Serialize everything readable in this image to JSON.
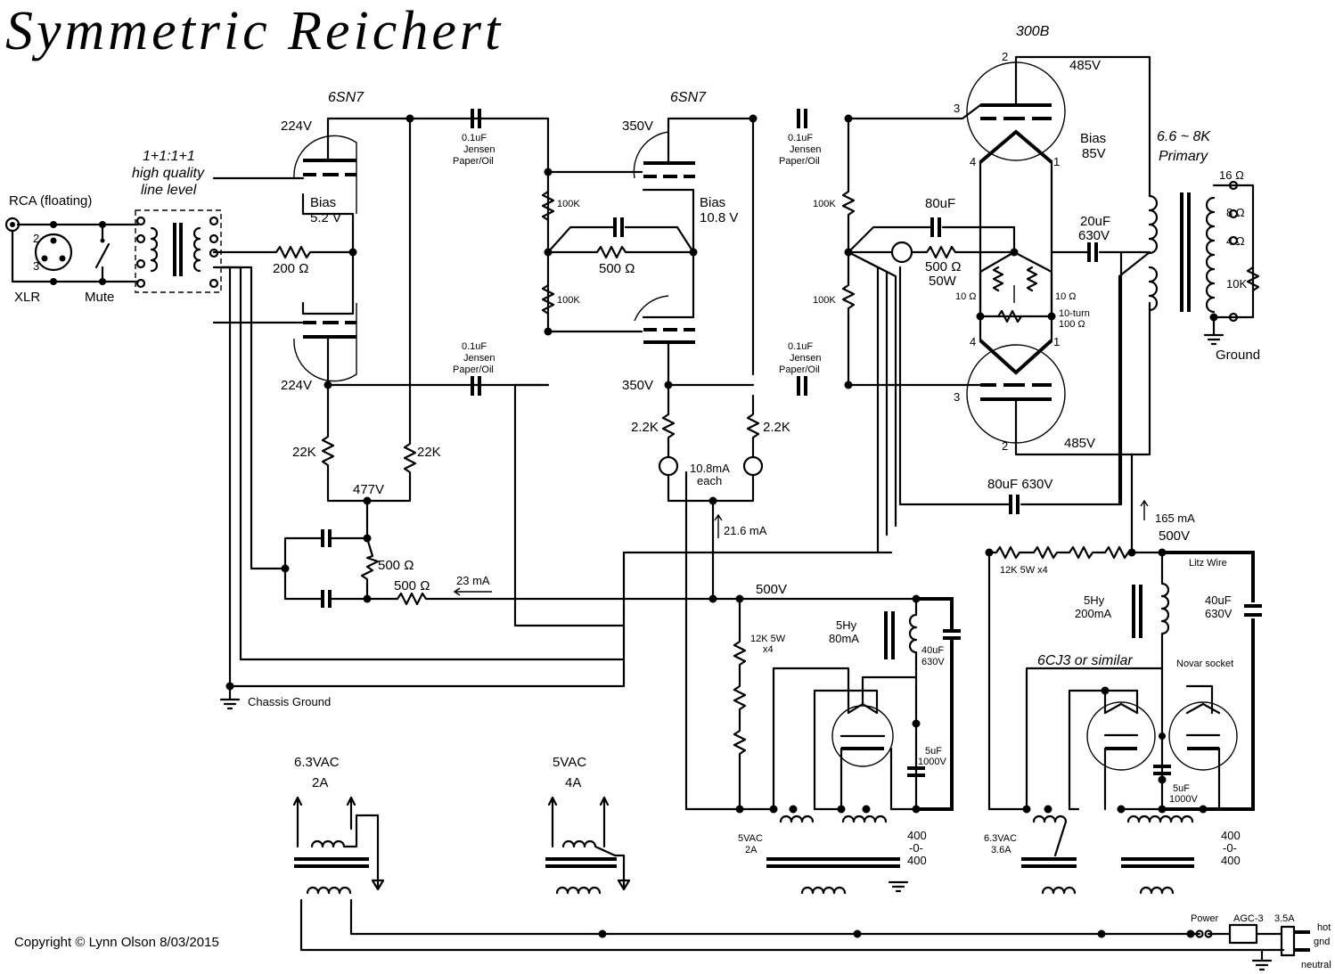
{
  "title": "Symmetric Reichert",
  "copyright": "Copyright © Lynn Olson  8/03/2015",
  "input": {
    "rca": "RCA (floating)",
    "xlr": "XLR",
    "mute": "Mute",
    "pin2": "2",
    "pin3": "3",
    "xfmr_ratio": "1+1:1+1",
    "xfmr_desc1": "high quality",
    "xfmr_desc2": "line level"
  },
  "stage1": {
    "tube": "6SN7",
    "v_top": "224V",
    "v_bot": "224V",
    "bias": "Bias",
    "bias_v": "5.2 V",
    "cathode_r": "200 Ω",
    "plate_r1": "22K",
    "plate_r2": "22K",
    "b_plus": "477V",
    "decouple_r": "500 Ω",
    "feed_r": "500 Ω",
    "feed_i": "23 mA"
  },
  "coupling": {
    "cap_val": "0.1uF",
    "cap_type1": "Jensen",
    "cap_type2": "Paper/Oil"
  },
  "stage2": {
    "tube": "6SN7",
    "v_top": "350V",
    "v_bot": "350V",
    "bias": "Bias",
    "bias_v": "10.8 V",
    "grid_r": "100K",
    "cathode_r": "500 Ω",
    "load_r1": "2.2K",
    "load_r2": "2.2K",
    "ccs": "10.8mA",
    "ccs2": "each",
    "total_i": "21.6 mA"
  },
  "output": {
    "tube": "300B",
    "plate_v1": "485V",
    "plate_v2": "485V",
    "bias": "Bias",
    "bias_v": "85V",
    "cathode_c": "80uF",
    "cathode_r": "500 Ω",
    "cathode_w": "50W",
    "hum_r1": "10 Ω",
    "hum_r2": "10 Ω",
    "hum_pot1": "10-turn",
    "hum_pot2": "100 Ω",
    "bypass_c": "20uF",
    "bypass_v": "630V",
    "bottom_c": "80uF 630V",
    "pin1": "1",
    "pin2": "2",
    "pin3": "3",
    "pin4": "4",
    "opt_z1": "6.6 ~ 8K",
    "opt_z2": "Primary",
    "tap16": "16 Ω",
    "tap8": "8 Ω",
    "tap4": "4 Ω",
    "load": "10K",
    "ground": "Ground"
  },
  "psu_right": {
    "current": "165 mA",
    "b_plus": "500V",
    "resistor": "12K 5W x4",
    "litz": "Litz Wire",
    "choke": "5Hy",
    "choke_i": "200mA",
    "cap": "40uF",
    "cap_v": "630V",
    "rect": "6CJ3 or similar",
    "socket": "Novar socket",
    "cap2": "5uF",
    "cap2_v": "1000V",
    "heater": "6.3VAC",
    "heater_i": "3.6A",
    "hv1": "400",
    "hv2": "-0-",
    "hv3": "400"
  },
  "psu_left": {
    "b_plus": "500V",
    "resistor": "12K 5W",
    "resistor2": "x4",
    "choke": "5Hy",
    "choke_i": "80mA",
    "cap": "40uF",
    "cap_v": "630V",
    "cap2": "5uF",
    "cap2_v": "1000V",
    "heater": "5VAC",
    "heater_i": "2A",
    "hv1": "400",
    "hv2": "-0-",
    "hv3": "400",
    "chassis": "Chassis Ground"
  },
  "filament": {
    "a_v": "6.3VAC",
    "a_i": "2A",
    "b_v": "5VAC",
    "b_i": "4A"
  },
  "mains": {
    "power": "Power",
    "fuse": "AGC-3",
    "fuse_a": "3.5A",
    "hot": "hot",
    "gnd": "gnd",
    "neutral": "neutral"
  }
}
